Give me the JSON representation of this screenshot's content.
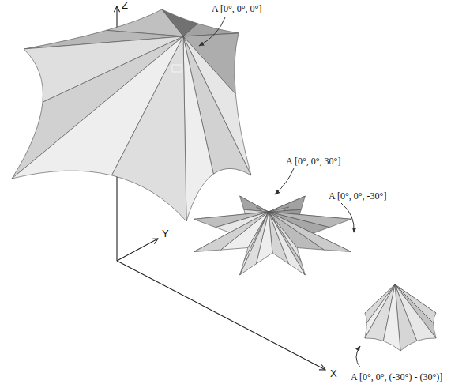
{
  "diagram": {
    "labels": [
      "Z",
      "Y",
      "X",
      "A [0°, 0°, 0°]",
      "A [0°, 0°, 30°]",
      "A [0°, 0°, -30°]",
      "A [0°, 0°, (-30°) - (30°)]"
    ]
  }
}
